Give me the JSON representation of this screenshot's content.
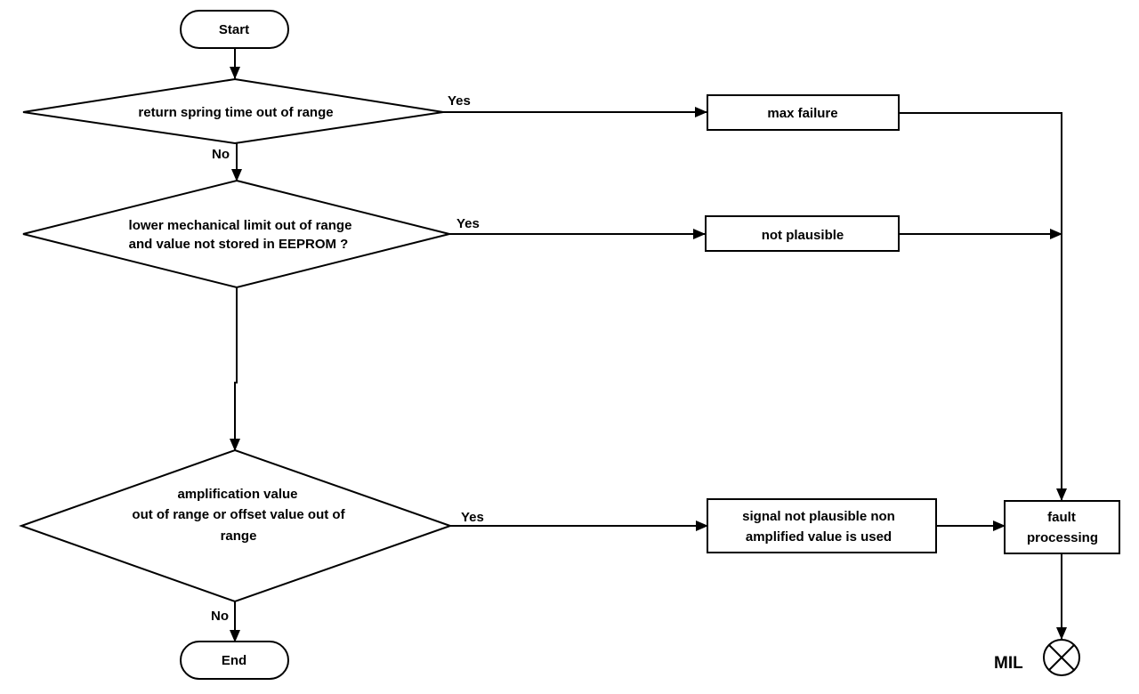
{
  "nodes": {
    "start": "Start",
    "decision_spring": "return spring time out of range",
    "decision_limit": [
      "lower mechanical limit out of range",
      "and value not stored in EEPROM ?"
    ],
    "decision_amp": [
      "amplification value",
      "out of range or offset value out of",
      "range"
    ],
    "end": "End",
    "box_max": "max failure",
    "box_plausible": "not plausible",
    "box_signal": [
      "signal not plausible non",
      "amplified value is used"
    ],
    "box_fault": [
      "fault",
      "processing"
    ],
    "mil": "MIL"
  },
  "edge_labels": {
    "yes_1": "Yes",
    "no_1": "No",
    "yes_2": "Yes",
    "yes_3": "Yes",
    "no_3": "No"
  },
  "colors": {
    "stroke": "#000000",
    "fill": "#ffffff"
  },
  "icons": {
    "mil_lamp": "mil-lamp-icon"
  }
}
